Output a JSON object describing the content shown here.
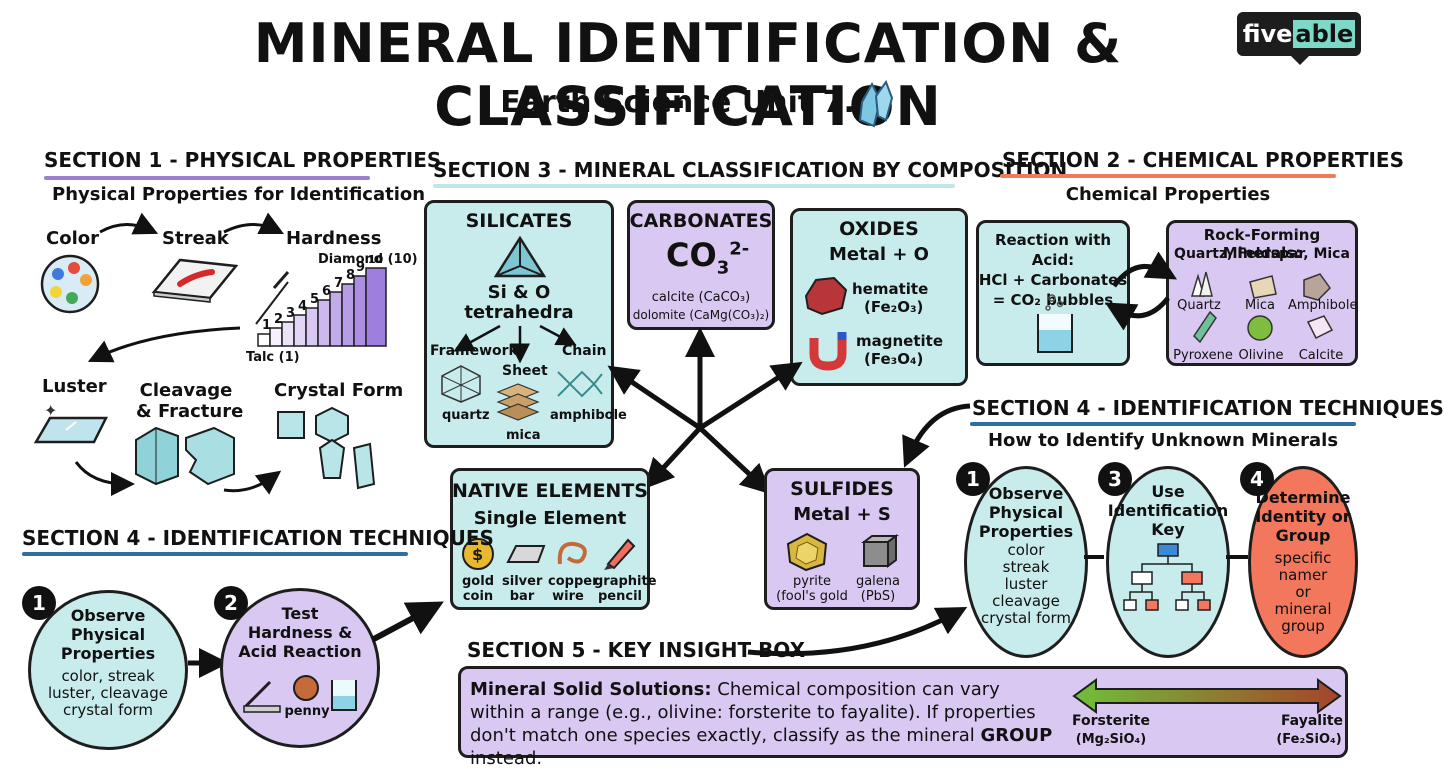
{
  "header": {
    "title": "MINERAL IDENTIFICATION & CLASSIFICATION",
    "subtitle": "Earth Science Unit 7.2",
    "logo": "fiveable"
  },
  "section1": {
    "heading": "SECTION 1 - PHYSICAL PROPERTIES",
    "subheading": "Physical Properties for Identification",
    "items": [
      "Color",
      "Streak",
      "Hardness",
      "Luster",
      "Cleavage",
      "& Fracture",
      "Crystal Form"
    ],
    "hardness_top": "Diamond (10)",
    "hardness_bottom": "Talc (1)",
    "hardness_scale": [
      "1",
      "2",
      "3",
      "4",
      "5",
      "6",
      "7",
      "8",
      "9",
      "10"
    ],
    "accent": "#9b7fd0"
  },
  "section2": {
    "heading": "SECTION 2 - CHEMICAL PROPERTIES",
    "subheading": "Chemical Properties",
    "acid_box": [
      "Reaction with Acid:",
      "HCl + Carbonates",
      "= CO₂ bubbles"
    ],
    "rock_box_title": "Rock-Forming Minerals:",
    "rock_box_sub": "Quartz, Feldspar, Mica",
    "minerals": [
      "Quartz",
      "Mica",
      "Amphibole",
      "Pyroxene",
      "Olivine",
      "Calcite"
    ],
    "accent": "#ef7b5c"
  },
  "section3": {
    "heading": "SECTION 3 - MINERAL CLASSIFICATION BY COMPOSITION",
    "silicates": {
      "title": "SILICATES",
      "line1": "Si & O",
      "line2": "tetrahedra",
      "types": [
        "Framework",
        "Sheet",
        "Chain"
      ],
      "examples": [
        "quartz",
        "mica",
        "amphibole"
      ]
    },
    "carbonates": {
      "title": "CARBONATES",
      "formula": "CO",
      "formula_sub": "3",
      "formula_sup": "2-",
      "ex1": "calcite (CaCO₃)",
      "ex2": "dolomite (CaMg(CO₃)₂)"
    },
    "oxides": {
      "title": "OXIDES",
      "sub": "Metal + O",
      "ex1": "hematite",
      "ex1_formula": "(Fe₂O₃)",
      "ex2": "magnetite",
      "ex2_formula": "(Fe₃O₄)"
    },
    "native": {
      "title": "NATIVE ELEMENTS",
      "sub": "Single Element",
      "items": [
        [
          "gold",
          "coin"
        ],
        [
          "silver",
          "bar"
        ],
        [
          "copper",
          "wire"
        ],
        [
          "graphite",
          "pencil"
        ]
      ]
    },
    "sulfides": {
      "title": "SULFIDES",
      "sub": "Metal + S",
      "ex1": [
        "pyrite",
        "(fool's gold"
      ],
      "ex2": [
        "galena",
        "(PbS)"
      ]
    },
    "accent": "#bfe6e6"
  },
  "section4_left": {
    "heading": "SECTION 4 - IDENTIFICATION TECHNIQUES",
    "step1_num": "1",
    "step1_title": [
      "Observe",
      "Physical",
      "Properties"
    ],
    "step1_text": [
      "color, streak",
      "luster, cleavage",
      "crystal form"
    ],
    "step2_num": "2",
    "step2_title": [
      "Test",
      "Hardness &",
      "Acid Reaction"
    ],
    "step2_label": "penny",
    "accent": "#2e6fa0"
  },
  "section4_right": {
    "heading": "SECTION 4 - IDENTIFICATION TECHNIQUES",
    "subheading": "How to Identify Unknown Minerals",
    "step1_num": "1",
    "step1_title": [
      "Observe",
      "Physical",
      "Properties"
    ],
    "step1_text": [
      "color",
      "streak",
      "luster",
      "cleavage",
      "crystal form"
    ],
    "step3_num": "3",
    "step3_title": [
      "Use",
      "Identification",
      "Key"
    ],
    "step4_num": "4",
    "step4_title": [
      "Determine",
      "Identity or",
      "Group"
    ],
    "step4_text": [
      "specific",
      "namer",
      "or",
      "mineral",
      "group"
    ]
  },
  "section5": {
    "heading": "SECTION 5 - KEY INSIGHT BOX",
    "bold_lead": "Mineral Solid Solutions:",
    "text1": " Chemical composition can vary within a range (e.g., olivine: forsterite to fayalite). If properties don't match one species exactly, classify as the mineral ",
    "bold_word": "GROUP",
    "text2": " instead.",
    "left_end": "Forsterite",
    "left_formula": "(Mg₂SiO₄)",
    "right_end": "Fayalite",
    "right_formula": "(Fe₂SiO₄)"
  },
  "colors": {
    "teal_box": "#c8ecec",
    "purple_box": "#d9c9f2",
    "red_circle": "#f2775c"
  }
}
